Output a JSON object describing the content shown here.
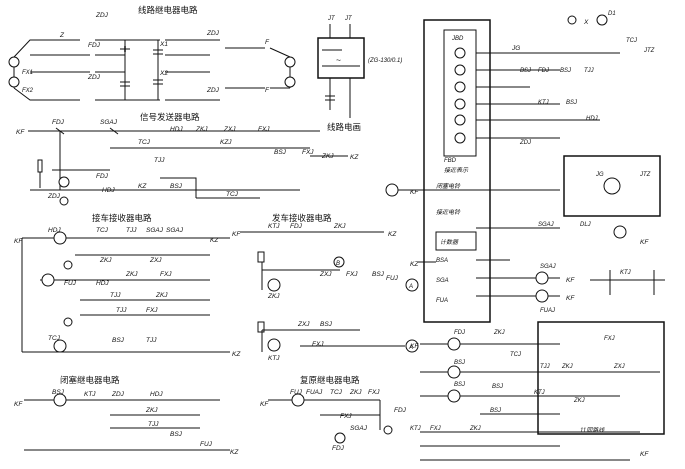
{
  "sections": {
    "line_relay": "线路继电器电路",
    "signal_tx": "信号发送器电路",
    "line_diagram": "线路电画",
    "rx_arrive": "接车接收器电路",
    "rx_depart": "发车接收器电路",
    "block_relay": "闭塞继电器电路",
    "reset_relay": "复原继电器电路"
  },
  "panel": {
    "fbd": "FBD",
    "approach": "接近表示",
    "block_bell": "闭塞电铃",
    "approach_bell": "接近电铃",
    "counter": "计数器",
    "jbd": "JBD",
    "line_11": "11同路线"
  },
  "labels": {
    "kf": "KF",
    "kz": "KZ",
    "z": "Z",
    "f": "F",
    "fdj": "FDJ",
    "zdj": "ZDJ",
    "hdj": "HDJ",
    "tcj": "TCJ",
    "sgaj": "SGAJ",
    "zkj": "ZKJ",
    "fkj": "FKJ",
    "zxj": "ZXJ",
    "fxj": "FXJ",
    "bsj": "BSJ",
    "kzj": "KZJ",
    "ktj": "KTJ",
    "fuaj": "FUAJ",
    "fuj": "FUJ",
    "tjj": "TJJ",
    "sga": "SGA",
    "bsa": "BSA",
    "fua": "FUA",
    "dlj": "DLJ",
    "x1": "X1",
    "x2": "X2",
    "zg": "(ZG-130/0.1)",
    "jt": "JT",
    "jg": "JG",
    "xd": "X",
    "d1": "D1",
    "jtz": "JTZ",
    "fx1": "FX1",
    "fx2": "FX2"
  }
}
